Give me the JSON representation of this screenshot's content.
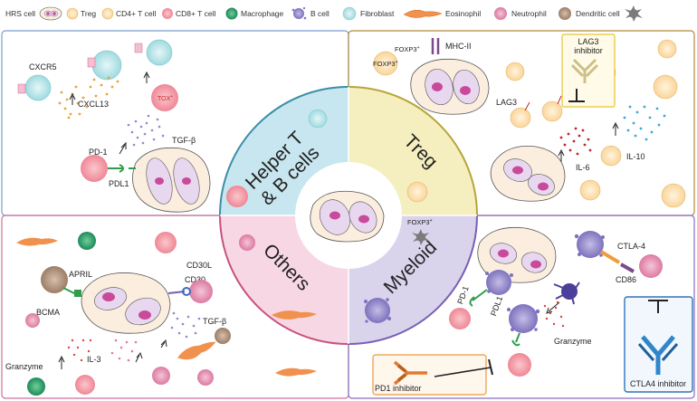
{
  "legend": {
    "hrs": "HRS cell",
    "treg": "Treg",
    "cd4": "CD4+ T cell",
    "cd8": "CD8+ T cell",
    "macrophage": "Macrophage",
    "bcell": "B cell",
    "fibroblast": "Fibroblast",
    "eosinophil": "Eosinophil",
    "neutrophil": "Neutrophil",
    "dendritic": "Dendritic cell"
  },
  "quadrants": {
    "helper": {
      "line1": "Helper T",
      "line2": "& B cells"
    },
    "treg": "Treg",
    "others": "Others",
    "myeloid": "Myeloid"
  },
  "helper_panel": {
    "cxcr5": "CXCR5",
    "cxcl13": "CXCL13",
    "tox": "TOX",
    "tox_sup": "+",
    "tgfb": "TGF-β",
    "pd1": "PD-1",
    "pdl1": "PDL1"
  },
  "treg_panel": {
    "foxp3": "FOXP3",
    "foxp3_sup": "+",
    "mhcii": "MHC-II",
    "lag3": "LAG3",
    "lag3_inhibitor_1": "LAG3",
    "lag3_inhibitor_2": "inhibitor",
    "il6": "IL-6",
    "il10": "IL-10"
  },
  "others_panel": {
    "april": "APRIL",
    "bcma": "BCMA",
    "cd30l": "CD30L",
    "cd30": "CD30",
    "tgfb": "TGF-β",
    "granzyme": "Granzyme",
    "il3": "IL-3"
  },
  "myeloid_panel": {
    "ctla4": "CTLA-4",
    "cd86": "CD86",
    "pd1": "PD-1",
    "pdl1": "PDL1",
    "granzyme": "Granzyme",
    "pd1_inhibitor": "PD1 inhibitor",
    "ctla4_inhibitor": "CTLA4 inhibitor"
  },
  "colors": {
    "helper_border": "#7a9ed0",
    "treg_border": "#b08a3e",
    "others_border": "#cf6f9c",
    "myeloid_border": "#8a6cbf",
    "helper_fill": "#c8e6ef",
    "treg_fill": "#f5efc0",
    "others_fill": "#f8d7e4",
    "myeloid_fill": "#d9d3ec",
    "hrs_fill": "#fbeede",
    "nucleus": "#c94a9a",
    "treg_cell": "#fde2b0",
    "cd4_cell": "#fde6c0",
    "cd8_cell": "#2c9d6a",
    "bcell": "#bfe7ea",
    "neutrophil": "#f39aa6",
    "macrophage": "#8f86c9",
    "eosinophil": "#f09050",
    "dendritic": "#8a8a8a"
  }
}
